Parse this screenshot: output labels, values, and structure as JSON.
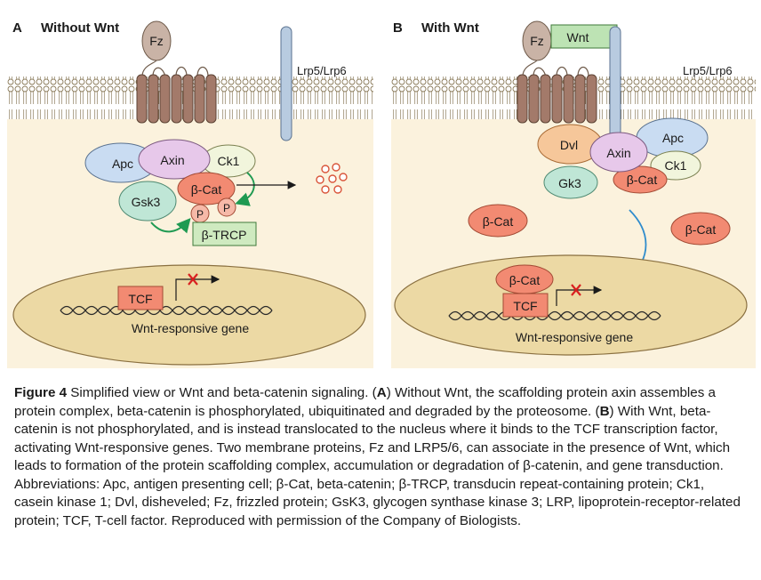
{
  "panel_a": {
    "letter": "A",
    "title": "Without Wnt",
    "fz": "Fz",
    "lrp": "Lrp5/Lrp6",
    "apc": "Apc",
    "axin": "Axin",
    "ck1": "Ck1",
    "bcat": "β-Cat",
    "gsk3": "Gsk3",
    "p1": "P",
    "p2": "P",
    "btrcp": "β-TRCP",
    "tcf": "TCF",
    "gene": "Wnt-responsive gene"
  },
  "panel_b": {
    "letter": "B",
    "title": "With Wnt",
    "fz": "Fz",
    "wnt": "Wnt",
    "lrp": "Lrp5/Lrp6",
    "dvl": "Dvl",
    "axin": "Axin",
    "apc": "Apc",
    "ck1": "Ck1",
    "gk3": "Gk3",
    "bcat_complex": "β-Cat",
    "bcat_free_left": "β-Cat",
    "bcat_free_right": "β-Cat",
    "bcat_nucleus": "β-Cat",
    "tcf": "TCF",
    "gene": "Wnt-responsive gene"
  },
  "caption": {
    "label": "Figure 4",
    "intro": " Simplified view or Wnt and beta-catenin signaling. (",
    "a_letter": "A",
    "a_text": ") Without Wnt, the scaffolding protein axin assembles a protein complex, beta-catenin is phosphorylated, ubiquitinated and degraded by the proteosome. (",
    "b_letter": "B",
    "b_text": ") With Wnt, beta-catenin is not phosphorylated, and is instead translocated to the nucleus where it binds to the TCF transcription factor, activating Wnt-responsive genes. Two membrane proteins, Fz and LRP5/6, can associate in the presence of Wnt, which leads to formation of the protein scaffolding complex, accumulation or degradation of β-catenin, and gene transduction. Abbreviations: Apc, antigen presenting cell; β-Cat, beta-catenin; β-TRCP, transducin repeat-containing protein; Ck1, casein kinase 1; Dvl, disheveled; Fz, frizzled protein; GsK3, glycogen synthase kinase 3; LRP, lipoprotein-receptor-related protein; TCF, T-cell factor. Reproduced with permission of the Company of Biologists."
  },
  "colors": {
    "cytoplasm": "#fbf2dd",
    "nucleus": "#ecd9a4",
    "receptor": "#a37a6a",
    "lrp_rod": "#b8cbe0",
    "apc": "#c9dcf2",
    "axin": "#e7c8ea",
    "ck1": "#f1f5dc",
    "bcat": "#f28a72",
    "gsk3": "#bfe6d6",
    "btrcp": "#cfeac0",
    "dvl": "#f6c79a",
    "wnt_box": "#bde3b4",
    "arrow_green": "#1f9a52",
    "arrow_blue": "#2f8ccc",
    "cross": "#d92020"
  }
}
